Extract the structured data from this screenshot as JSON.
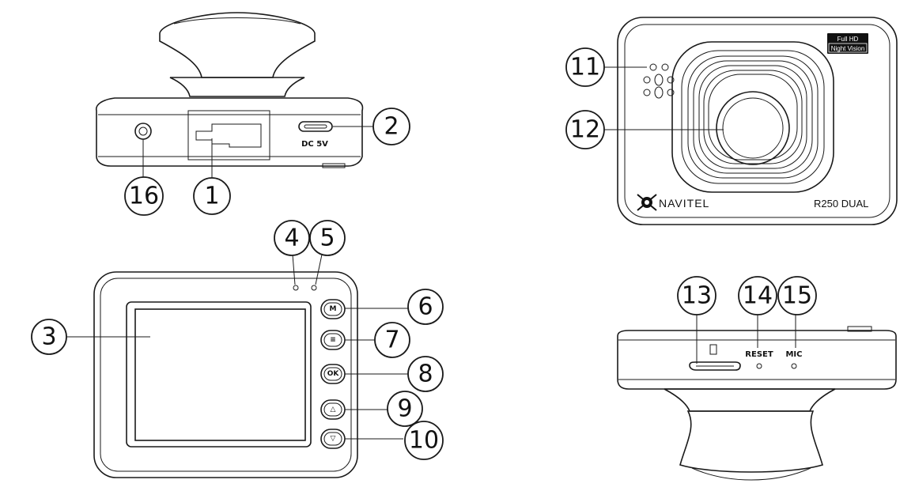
{
  "callouts": {
    "c1": "1",
    "c2": "2",
    "c3": "3",
    "c4": "4",
    "c5": "5",
    "c6": "6",
    "c7": "7",
    "c8": "8",
    "c9": "9",
    "c10": "10",
    "c11": "11",
    "c12": "12",
    "c13": "13",
    "c14": "14",
    "c15": "15",
    "c16": "16"
  },
  "top_view": {
    "port_label": "DC  5V"
  },
  "back_view": {
    "btn_m": "M",
    "btn_menu": "≡",
    "btn_ok": "OK",
    "btn_up": "△",
    "btn_down": "▽"
  },
  "front_view": {
    "badge_line1": "Full HD",
    "badge_line2": "Night Vision",
    "brand": "NAVITEL",
    "model": "R250 DUAL"
  },
  "bottom_view": {
    "reset_label": "RESET",
    "mic_label": "MIC"
  }
}
